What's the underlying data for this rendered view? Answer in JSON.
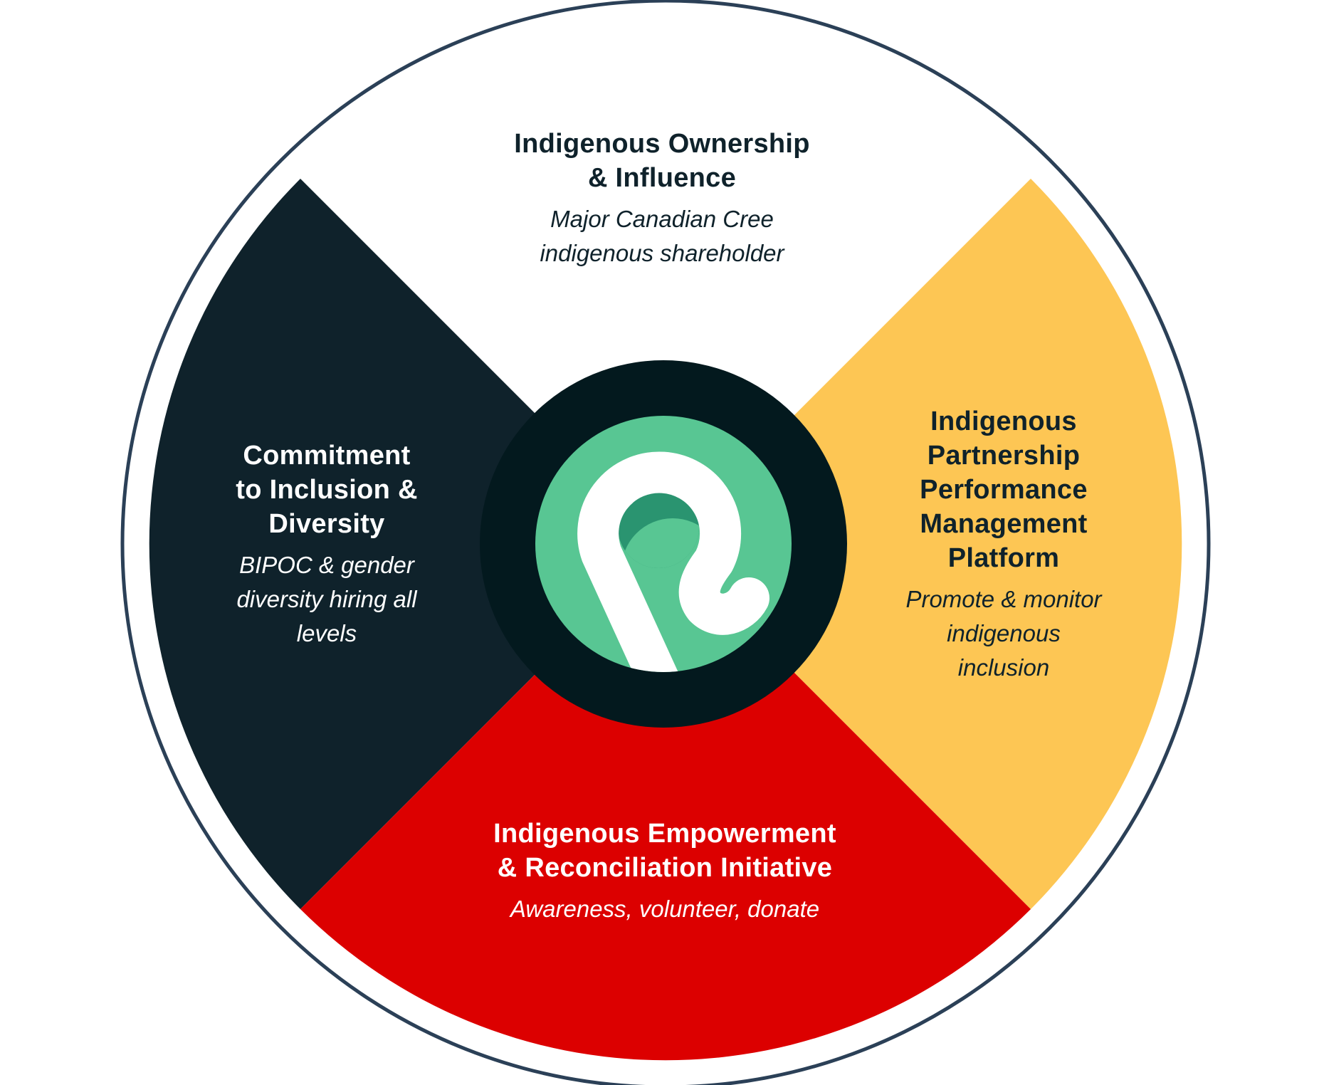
{
  "colors": {
    "ring": "#2b4057",
    "north": "#ffffff",
    "west": "#0f222b",
    "east": "#fdc654",
    "south": "#dc0000",
    "hub": "#03191e",
    "logo_green": "#58c693",
    "logo_dark_green": "#2a9470"
  },
  "logo": {
    "icon": "stylized-r-hook-logo"
  },
  "sections": {
    "top": {
      "title": [
        "Indigenous Ownership",
        "& Influence"
      ],
      "subtitle": [
        "Major Canadian Cree",
        "indigenous shareholder"
      ]
    },
    "left": {
      "title": [
        "Commitment",
        "to Inclusion &",
        "Diversity"
      ],
      "subtitle": [
        "BIPOC & gender",
        "diversity hiring all",
        "levels"
      ]
    },
    "right": {
      "title": [
        "Indigenous",
        "Partnership",
        "Performance",
        "Management",
        "Platform"
      ],
      "subtitle": [
        "Promote & monitor",
        "indigenous",
        "inclusion"
      ]
    },
    "bottom": {
      "title": [
        "Indigenous Empowerment",
        "& Reconciliation Initiative"
      ],
      "subtitle": [
        "Awareness, volunteer, donate"
      ]
    }
  }
}
